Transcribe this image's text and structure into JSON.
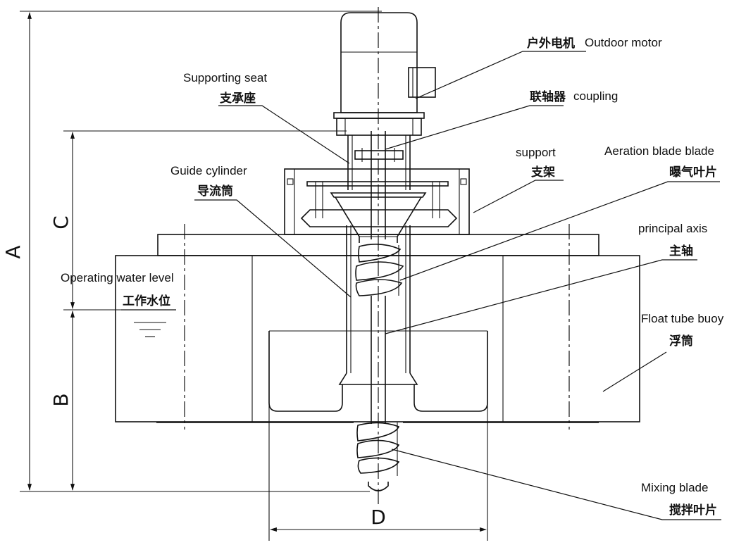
{
  "labels": {
    "outdoor_motor": {
      "cn": "户外电机",
      "en": "Outdoor motor"
    },
    "coupling": {
      "cn": "联轴器",
      "en": "coupling"
    },
    "supporting_seat": {
      "en": "Supporting seat",
      "cn": "支承座"
    },
    "support": {
      "en": "support",
      "cn": "支架"
    },
    "aeration_blade": {
      "en": "Aeration blade blade",
      "cn": "曝气叶片"
    },
    "guide_cylinder": {
      "en": "Guide cylinder",
      "cn": "导流筒"
    },
    "principal_axis": {
      "en": "principal axis",
      "cn": "主轴"
    },
    "water_level": {
      "en": "Operating water level",
      "cn": "工作水位"
    },
    "float_tube": {
      "en": "Float tube buoy",
      "cn": "浮筒"
    },
    "mixing_blade": {
      "en": "Mixing blade",
      "cn": "搅拌叶片"
    }
  },
  "dimensions": {
    "A": "A",
    "B": "B",
    "C": "C",
    "D": "D"
  }
}
